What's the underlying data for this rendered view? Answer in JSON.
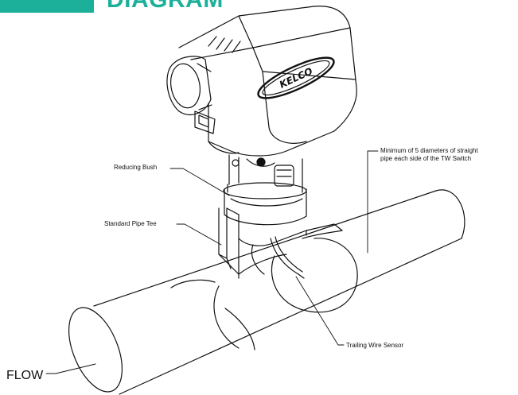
{
  "header": {
    "title": "DIAGRAM",
    "accent_color": "#1cb09a"
  },
  "logo": {
    "text": "KELCO"
  },
  "callouts": {
    "reducing_bush": "Reducing Bush",
    "standard_pipe_tee": "Standard Pipe Tee",
    "min_diameters_line1": "Minimum of 5 diameters of straight",
    "min_diameters_line2": "pipe each side of the TW Switch",
    "trailing_wire_sensor": "Trailing Wire Sensor",
    "flow": "FLOW"
  }
}
